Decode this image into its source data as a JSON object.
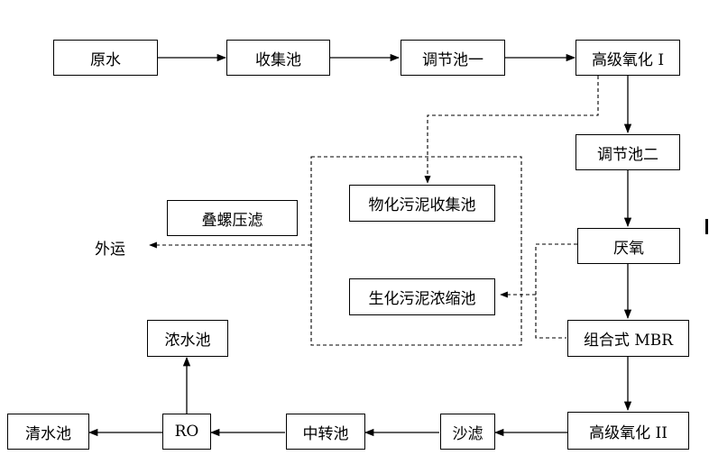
{
  "nodes": {
    "raw_water": "原水",
    "collection_tank": "收集池",
    "regulating_tank_1": "调节池一",
    "advanced_oxidation_1": "高级氧化 I",
    "regulating_tank_2": "调节池二",
    "anaerobic": "厌氧",
    "combined_mbr": "组合式 MBR",
    "advanced_oxidation_2": "高级氧化 II",
    "sand_filter": "沙滤",
    "transfer_tank": "中转池",
    "ro": "RO",
    "clean_water_tank": "清水池",
    "concentrate_tank": "浓水池",
    "physchem_sludge_tank": "物化污泥收集池",
    "bio_sludge_thickener": "生化污泥浓缩池",
    "screw_press": "叠螺压滤"
  },
  "labels": {
    "transport_out": "外运"
  }
}
